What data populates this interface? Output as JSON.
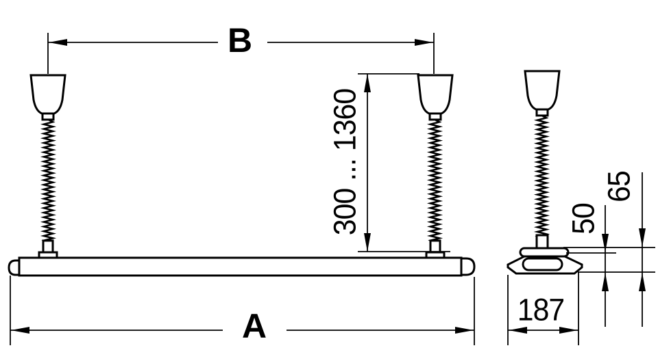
{
  "drawing": {
    "background_color": "#ffffff",
    "line_color": "#000000",
    "front_view": {
      "suspension_spacing_label": "B",
      "total_length_label": "A",
      "suspension_height_range_label": "300 ... 1360"
    },
    "side_view": {
      "width_label": "187",
      "body_height_label": "50",
      "total_height_label": "65"
    }
  }
}
